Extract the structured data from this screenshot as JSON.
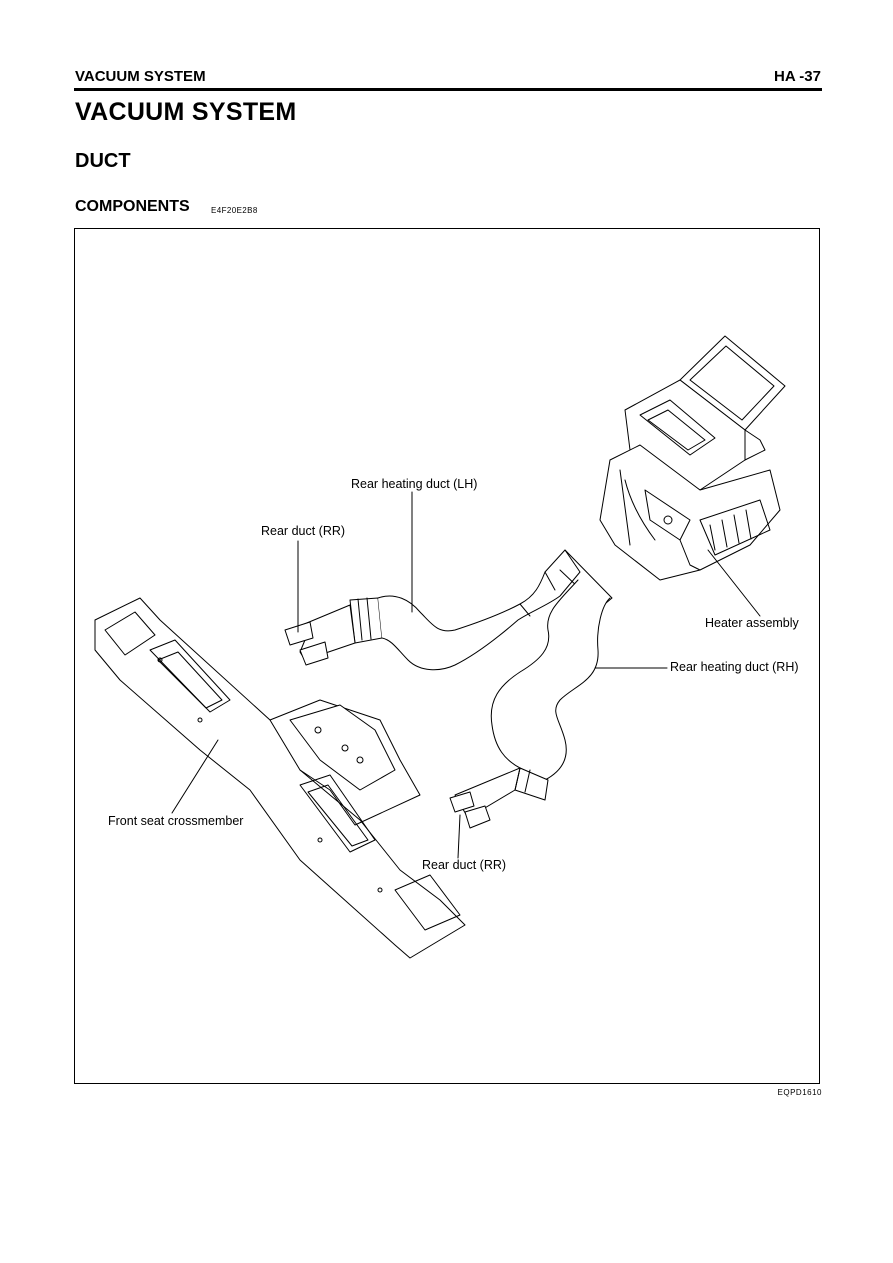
{
  "header": {
    "section": "VACUUM SYSTEM",
    "page": "HA -37"
  },
  "title": "VACUUM SYSTEM",
  "subtitle": "DUCT",
  "section_heading": "COMPONENTS",
  "section_code": "E4F20E2B8",
  "figure": {
    "labels": {
      "rear_heating_duct_lh": "Rear heating duct (LH)",
      "rear_duct_rr_top": "Rear duct (RR)",
      "heater_assembly": "Heater assembly",
      "rear_heating_duct_rh": "Rear heating duct (RH)",
      "front_seat_crossmember": "Front seat crossmember",
      "rear_duct_rr_bottom": "Rear duct (RR)"
    },
    "code": "EQPD1610"
  }
}
